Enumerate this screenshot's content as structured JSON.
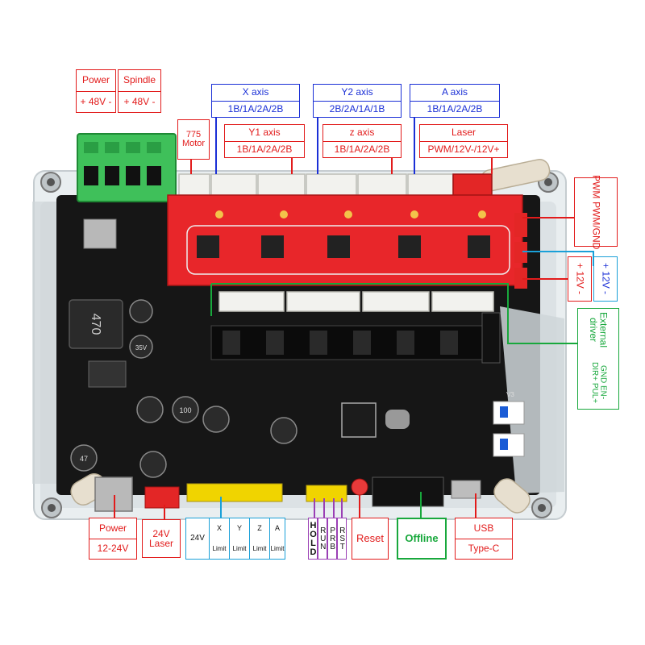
{
  "labels": {
    "power_top": {
      "title": "Power",
      "value": "+ 48V -"
    },
    "spindle": {
      "title": "Spindle",
      "value": "+ 48V -"
    },
    "motor775": {
      "line1": "775",
      "line2": "Motor"
    },
    "x_axis": {
      "title": "X axis",
      "pins": "1B/1A/2A/2B"
    },
    "y2_axis": {
      "title": "Y2 axis",
      "pins": "2B/2A/1A/1B"
    },
    "a_axis": {
      "title": "A axis",
      "pins": "1B/1A/2A/2B"
    },
    "y1_axis": {
      "title": "Y1 axis",
      "pins": "1B/1A/2A/2B"
    },
    "z_axis": {
      "title": "z axis",
      "pins": "1B/1A/2A/2B"
    },
    "laser": {
      "title": "Laser",
      "pins": "PWM/12V-/12V+"
    },
    "pwm": {
      "line1": "PWM",
      "line2": "PWM/GND"
    },
    "plus12v_left": "+ 12V -",
    "plus12v_right": "+ 12V -",
    "external_driver": {
      "title": "External driver",
      "pins": "GND EN- DIR+ PUL+"
    },
    "power_bottom": {
      "title": "Power",
      "value": "12-24V"
    },
    "laser24v": {
      "line1": "24V",
      "line2": "Laser"
    },
    "limits": {
      "v24": "24V",
      "x": "X",
      "y": "Y",
      "z": "Z",
      "a": "A",
      "limit": "Limit"
    },
    "hold": "HOLD",
    "run": "RUN",
    "prb": "PRB",
    "rst": "RST",
    "reset": "Reset",
    "offline": "Offline",
    "usb": {
      "title": "USB",
      "value": "Type-C"
    }
  },
  "board": {
    "silk_470": "470",
    "cap_100": "100",
    "cap_35v": "35V",
    "cap_47": "47",
    "silk_v3": "V3"
  },
  "colors": {
    "red": "#e21b1b",
    "blue": "#1a2fd6",
    "cyan": "#1aa0d8",
    "purple": "#9a3fb5",
    "green": "#18a83c"
  }
}
